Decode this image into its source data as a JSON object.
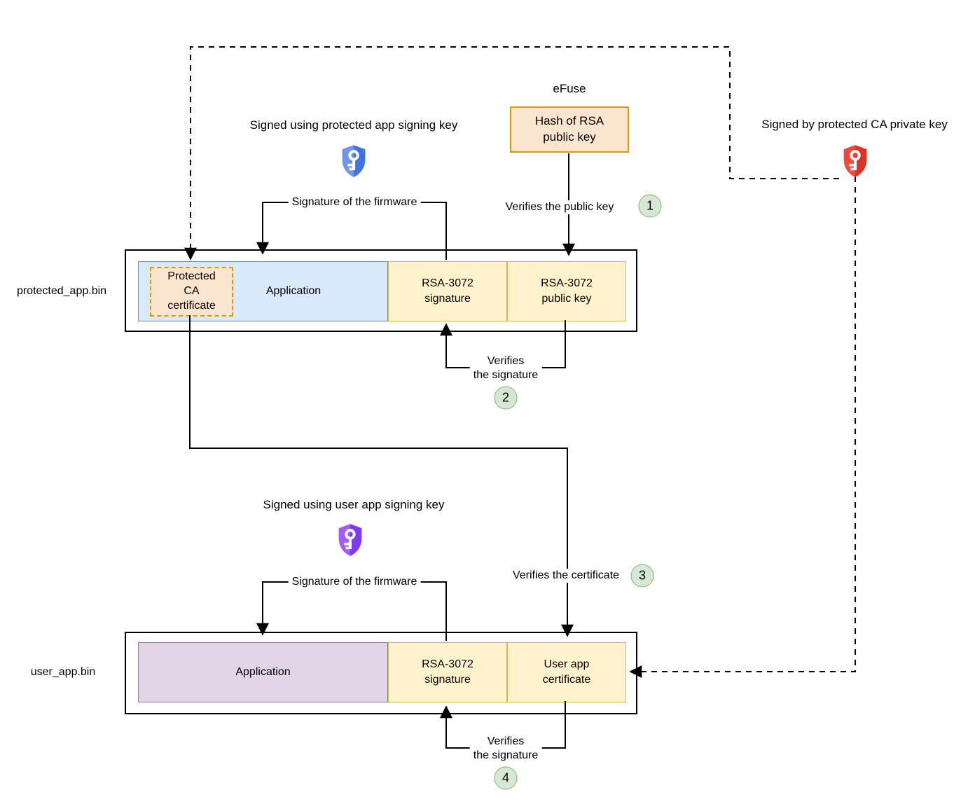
{
  "colors": {
    "blue_fill": "#dae8fc",
    "blue_stroke": "#6c8ebf",
    "yellow_fill": "#fff2cc",
    "yellow_stroke": "#d6b656",
    "purple_fill": "#e1d5e7",
    "purple_stroke": "#9673a6",
    "orange_fill": "#fbe5ce",
    "orange_stroke": "#d79b00",
    "green_fill": "#d5e8d4",
    "green_stroke": "#82b366",
    "shield_blue_left": "#6d96ea",
    "shield_blue_right": "#4274dd",
    "shield_red_left": "#f0483c",
    "shield_red_right": "#d8352a",
    "shield_purple_left": "#a15ef7",
    "shield_purple_right": "#7e3af2",
    "key_white": "#ffffff"
  },
  "efuse": {
    "title": "eFuse",
    "hash_box": "Hash of RSA\npublic key"
  },
  "annotations": {
    "signed_protected": "Signed using protected app signing key",
    "signed_ca": "Signed by protected CA private key",
    "signed_user": "Signed using user app signing key",
    "signature_of_firmware": "Signature of the firmware"
  },
  "steps": [
    {
      "num": "1",
      "label": "Verifies the public key"
    },
    {
      "num": "2",
      "label": "Verifies\nthe signature"
    },
    {
      "num": "3",
      "label": "Verifies the certificate"
    },
    {
      "num": "4",
      "label": "Verifies\nthe signature"
    }
  ],
  "protected_app": {
    "name": "protected_app.bin",
    "cert": "Protected\nCA\ncertificate",
    "segments": [
      "Application",
      "RSA-3072\nsignature",
      "RSA-3072\npublic key"
    ]
  },
  "user_app": {
    "name": "user_app.bin",
    "segments": [
      "Application",
      "RSA-3072\nsignature",
      "User app\ncertificate"
    ]
  }
}
